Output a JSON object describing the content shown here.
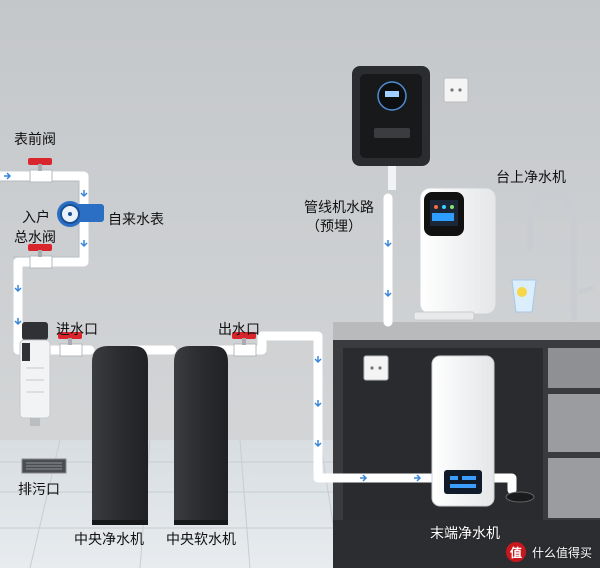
{
  "labels": {
    "pre_meter_valve": "表前阀",
    "main_inlet_valve_line1": "入户",
    "main_inlet_valve_line2": "总水阀",
    "water_meter": "自来水表",
    "water_inlet": "进水口",
    "drain_outlet": "排污口",
    "water_outlet": "出水口",
    "central_purifier": "中央净水机",
    "central_softener": "中央软水机",
    "pipeline_unit_line1": "管线机水路",
    "pipeline_unit_line2": "（预埋）",
    "countertop_purifier": "台上净水机",
    "terminal_purifier": "末端净水机"
  },
  "watermark": {
    "badge": "值",
    "text": "什么值得买"
  },
  "colors": {
    "wall": "#c9ccce",
    "pipe": "#ffffff",
    "flow_arrow": "#3a86d8",
    "valve_handle": "#d8262c",
    "unit_dark": "#2b2d30",
    "floor_tile": "#dfe3e6",
    "countertop": "#b9bbbd",
    "cabinet": "#3a3b3d"
  }
}
